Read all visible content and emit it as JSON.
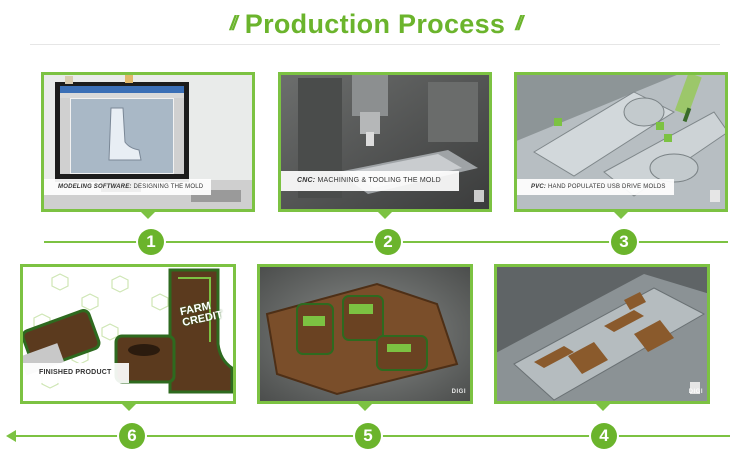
{
  "header": {
    "title": "Production Process",
    "left_deco": "//",
    "right_deco": "//"
  },
  "steps": [
    {
      "number": "1",
      "caption_bold": "MODELING SOFTWARE:",
      "caption_rest": " DESIGNING THE MOLD"
    },
    {
      "number": "2",
      "caption_bold": "CNC:",
      "caption_rest": " MACHINING & TOOLING THE MOLD"
    },
    {
      "number": "3",
      "caption_bold": "PVC:",
      "caption_rest": " HAND POPULATED USB DRIVE MOLDS"
    },
    {
      "number": "4",
      "caption_bold": "",
      "caption_rest": ""
    },
    {
      "number": "5",
      "caption_bold": "",
      "caption_rest": ""
    },
    {
      "number": "6",
      "caption_bold": "FINISHED PRODUCT",
      "caption_rest": ""
    }
  ],
  "product_text": {
    "brand_line1": "FARM",
    "brand_line2": "CREDIT"
  },
  "watermark": "DIGI",
  "colors": {
    "accent": "#6bb42c",
    "border": "#7cc242"
  }
}
